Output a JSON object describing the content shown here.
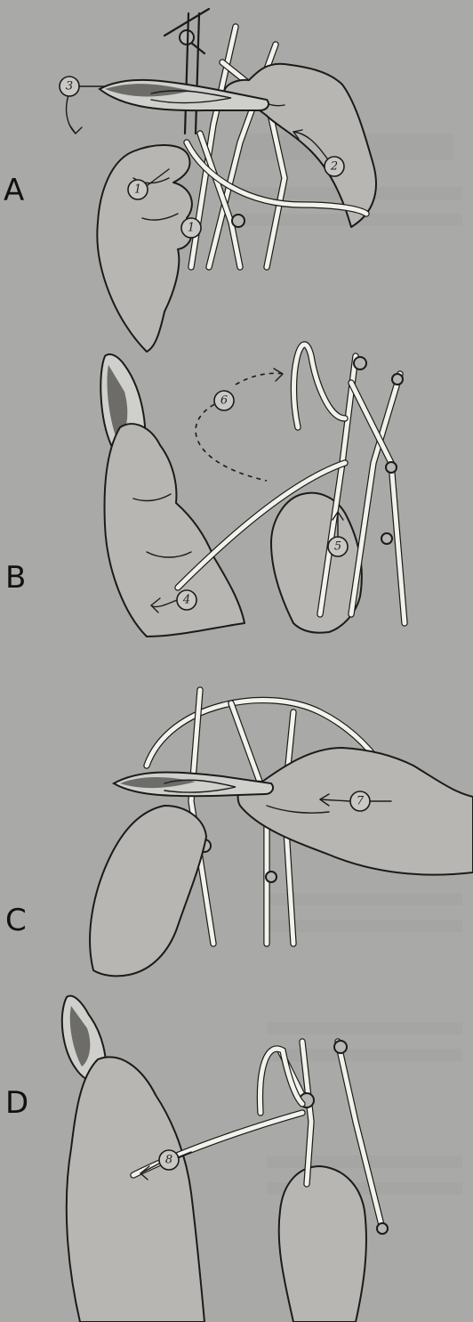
{
  "panels": [
    {
      "letter": "A",
      "callouts": [
        "1",
        "1",
        "2",
        "3"
      ]
    },
    {
      "letter": "B",
      "callouts": [
        "4",
        "5",
        "6"
      ]
    },
    {
      "letter": "C",
      "callouts": [
        "7"
      ]
    },
    {
      "letter": "D",
      "callouts": [
        "8"
      ]
    }
  ],
  "colors": {
    "paper": "#a9a9a7",
    "ink": "#1b1b1b",
    "twine": "#f2f1ea"
  }
}
